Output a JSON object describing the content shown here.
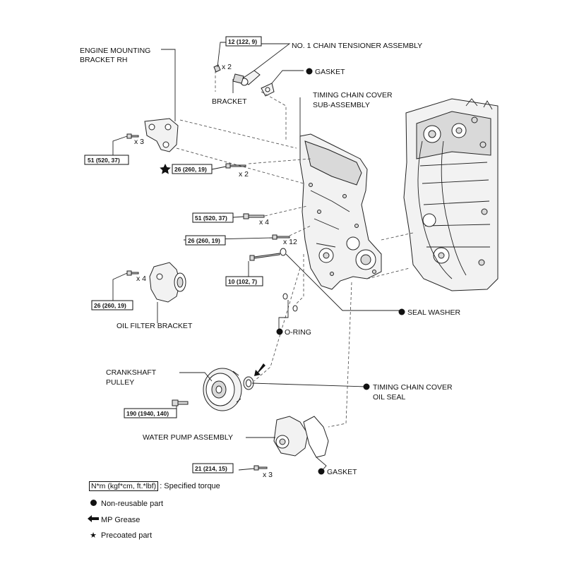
{
  "labels": {
    "engine_mounting_bracket": [
      "ENGINE MOUNTING",
      "BRACKET RH"
    ],
    "tensioner": "NO. 1 CHAIN TENSIONER ASSEMBLY",
    "gasket_top": "GASKET",
    "bracket": "BRACKET",
    "timing_chain_cover": [
      "TIMING CHAIN COVER",
      "SUB-ASSEMBLY"
    ],
    "seal_washer": "SEAL WASHER",
    "o_ring": "O-RING",
    "oil_filter_bracket": "OIL FILTER BRACKET",
    "crankshaft_pulley": [
      "CRANKSHAFT",
      "PULLEY"
    ],
    "timing_chain_cover_oil_seal": [
      "TIMING CHAIN COVER",
      "OIL SEAL"
    ],
    "water_pump": "WATER PUMP ASSEMBLY",
    "gasket_bottom": "GASKET"
  },
  "torques": {
    "t_tensioner": "12 (122, 9)",
    "t_bracket_rh": "51 (520, 37)",
    "t_cover_top": "26 (260, 19)",
    "t_cover_x4": "51 (520, 37)",
    "t_cover_x12": "26 (260, 19)",
    "t_seal_bolt": "10 (102, 7)",
    "t_oil_filter": "26 (260, 19)",
    "t_pulley": "190 (1940, 140)",
    "t_water_pump": "21 (214, 15)"
  },
  "quantities": {
    "q_tensioner": "x 2",
    "q_bracket_rh": "x 3",
    "q_cover_top": "x 2",
    "q_cover_x4": "x 4",
    "q_cover_x12": "x 12",
    "q_oil_filter": "x 4",
    "q_water_pump": "x 3"
  },
  "legend": {
    "torque_box": "N*m (kgf*cm, ft.*lbf)",
    "torque_text": ": Specified torque",
    "non_reusable": "Non-reusable part",
    "mp_grease": "MP Grease",
    "precoated": "Precoated part"
  }
}
